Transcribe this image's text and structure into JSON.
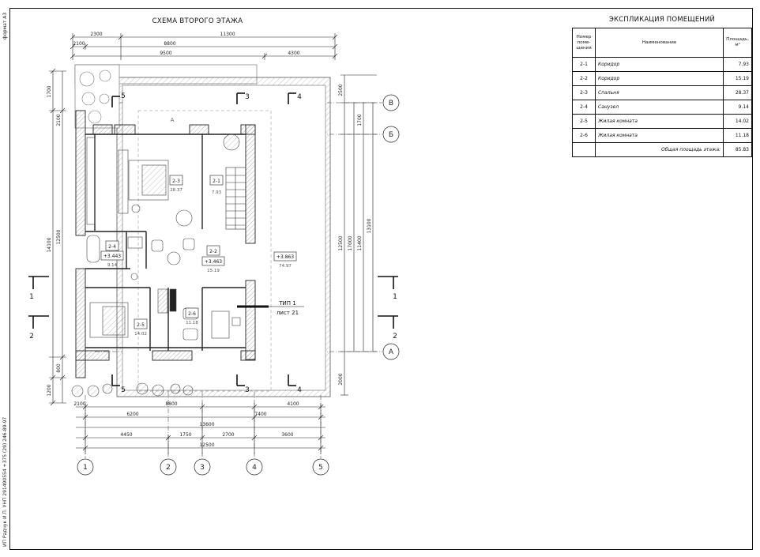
{
  "sheet": {
    "format_label": "формат А3",
    "stamp_label": "ИП Радчук И.П. УНП 291490554 +375 (29) 246-89-97"
  },
  "plan": {
    "title": "СХЕМА ВТОРОГО ЭТАЖА",
    "top_dims_row1": [
      "2300",
      "11300"
    ],
    "top_dims_row2": [
      "2100",
      "8800"
    ],
    "top_dims_row3": [
      "9500",
      "4300"
    ],
    "bottom_dims_row1": [
      "2100",
      "8800",
      "4100"
    ],
    "bottom_dims_row2": [
      "6200",
      "7400"
    ],
    "bottom_dims_row3": [
      "13600"
    ],
    "bottom_dims_row4": [
      "4450",
      "1750",
      "2700",
      "3600"
    ],
    "bottom_dims_row5": [
      "12500"
    ],
    "left_dims": [
      "1700",
      "2100",
      "14100",
      "12500",
      "800",
      "1200"
    ],
    "right_dims": [
      "2500",
      "1700",
      "12500",
      "17000",
      "11400",
      "13100",
      "2000"
    ],
    "axes_vertical": [
      "1",
      "2",
      "3",
      "4",
      "5"
    ],
    "axes_horizontal": [
      "В",
      "Б",
      "А"
    ],
    "section_marks": [
      "1",
      "2",
      "3",
      "4",
      "5"
    ],
    "rooms": [
      {
        "id": "2-1",
        "area": "7.93"
      },
      {
        "id": "2-2",
        "area": "15.19"
      },
      {
        "id": "2-3",
        "area": "28.37"
      },
      {
        "id": "2-4",
        "area": "9.14"
      },
      {
        "id": "2-5",
        "area": "14.02"
      },
      {
        "id": "2-6",
        "area": "11.18"
      }
    ],
    "levels": [
      "+3.443",
      "+3.463",
      "+3.863"
    ],
    "terrace_area": "74.97",
    "node_label_1": "ТИП 1",
    "node_label_2": "лист 21",
    "axis_a_mark": "А"
  },
  "explication": {
    "title": "ЭКСПЛИКАЦИЯ ПОМЕЩЕНИЙ",
    "headers": {
      "number": [
        "Номер",
        "поме-",
        "щения"
      ],
      "name": "Наименование",
      "area": [
        "Площадь,",
        "м²"
      ]
    },
    "rows": [
      {
        "num": "2-1",
        "name": "Коридор",
        "area": "7.93"
      },
      {
        "num": "2-2",
        "name": "Коридор",
        "area": "15.19"
      },
      {
        "num": "2-3",
        "name": "Спальня",
        "area": "28.37"
      },
      {
        "num": "2-4",
        "name": "Санузел",
        "area": "9.14"
      },
      {
        "num": "2-5",
        "name": "Жилая комната",
        "area": "14.02"
      },
      {
        "num": "2-6",
        "name": "Жилая комната",
        "area": "11.18"
      }
    ],
    "total_label": "Общая площадь этажа:",
    "total_area": "85.83"
  }
}
